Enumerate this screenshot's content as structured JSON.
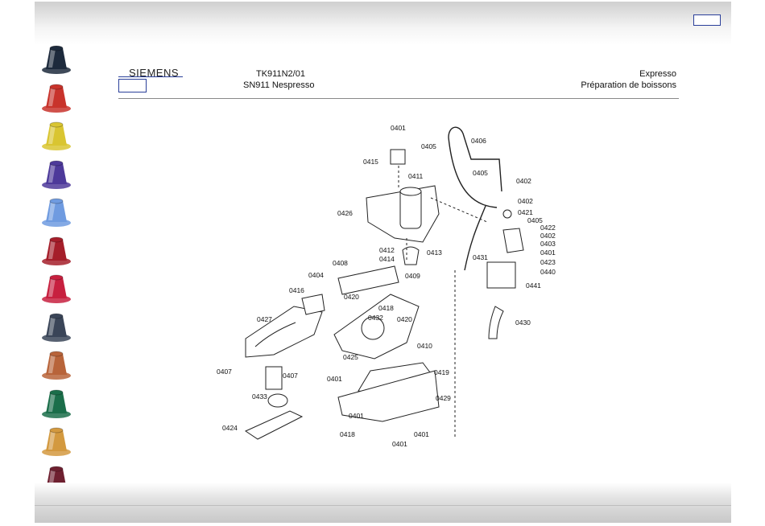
{
  "header": {
    "brand": "SIEMENS",
    "model_code": "TK911N2/01",
    "model_name": "SN911 Nespresso",
    "category": "Expresso",
    "section": "Préparation de boissons"
  },
  "sidebar": {
    "capsules": [
      {
        "name": "capsule-dark-blue",
        "color": "#1d2a3c"
      },
      {
        "name": "capsule-red",
        "color": "#c8332b"
      },
      {
        "name": "capsule-yellow",
        "color": "#d9c531"
      },
      {
        "name": "capsule-purple",
        "color": "#4d3a9a"
      },
      {
        "name": "capsule-light-blue",
        "color": "#6f9be0"
      },
      {
        "name": "capsule-crimson",
        "color": "#a51e2a"
      },
      {
        "name": "capsule-pink-red",
        "color": "#c7203f"
      },
      {
        "name": "capsule-slate",
        "color": "#3a4558"
      },
      {
        "name": "capsule-copper",
        "color": "#b8643a"
      },
      {
        "name": "capsule-green",
        "color": "#1b6e4a"
      },
      {
        "name": "capsule-gold",
        "color": "#d3993f"
      },
      {
        "name": "capsule-maroon",
        "color": "#6e2030"
      }
    ]
  },
  "diagram": {
    "part_labels": [
      "0401",
      "0406",
      "0405",
      "0415",
      "0411",
      "0405",
      "0402",
      "0402",
      "0426",
      "0421",
      "0405",
      "0422",
      "0402",
      "0403",
      "0401",
      "0412",
      "0413",
      "0414",
      "0431",
      "0423",
      "0440",
      "0408",
      "0409",
      "0404",
      "0441",
      "0416",
      "0420",
      "0418",
      "0427",
      "0432",
      "0420",
      "0430",
      "0410",
      "0425",
      "0407",
      "0407",
      "0419",
      "0401",
      "0433",
      "0429",
      "0401",
      "0424",
      "0418",
      "0401",
      "0401"
    ]
  }
}
